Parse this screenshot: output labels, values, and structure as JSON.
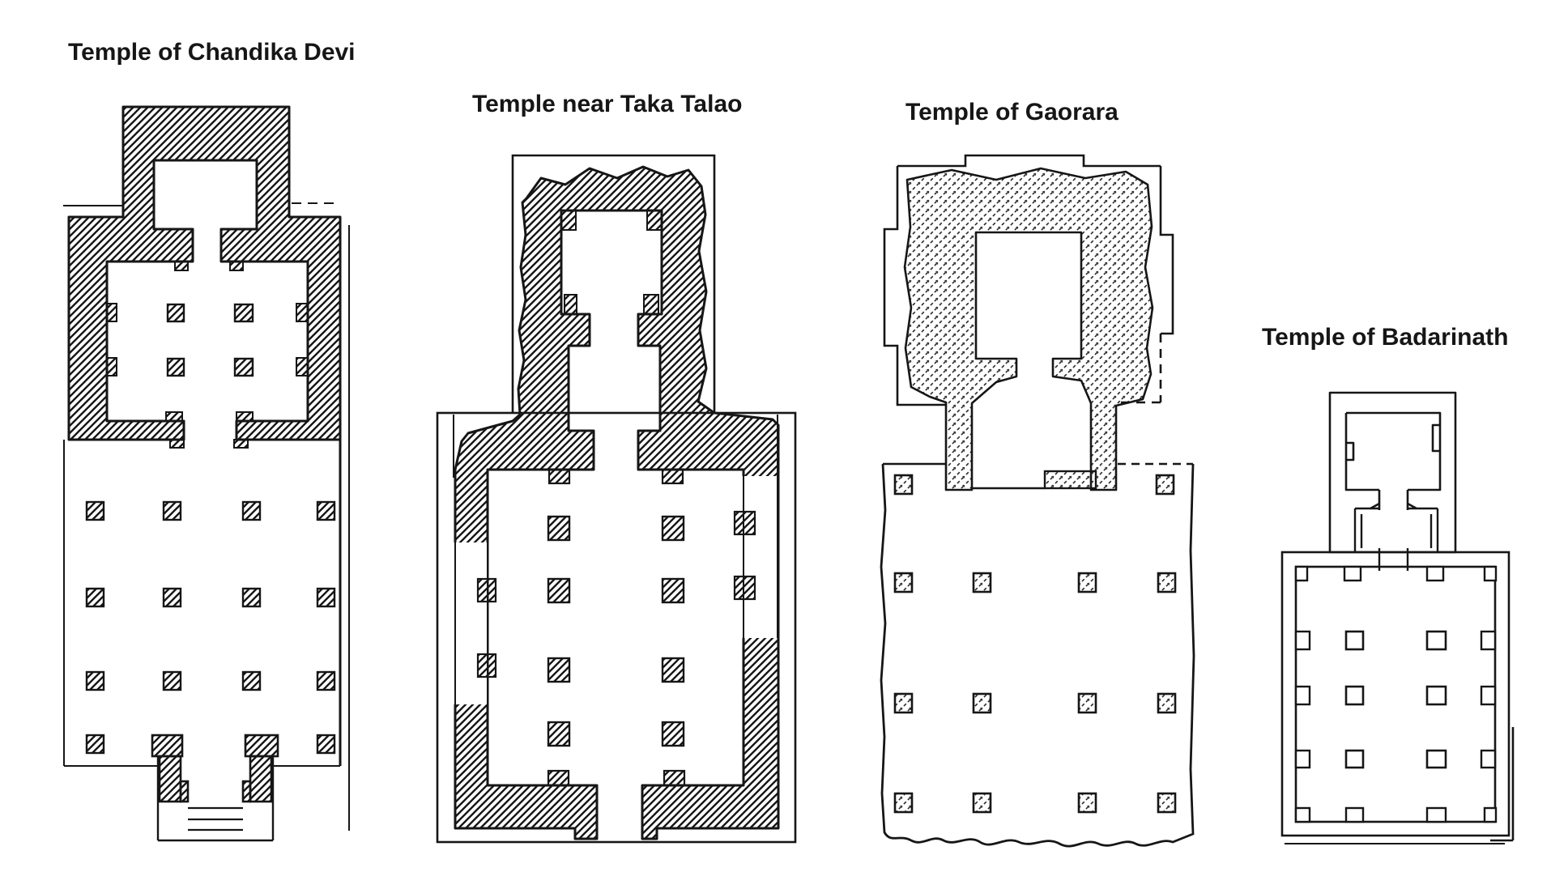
{
  "figure": {
    "ink_color": "#161616",
    "background_color": "#ffffff",
    "plans": [
      {
        "id": "chandika-devi",
        "title": "Temple of Chandika Devi"
      },
      {
        "id": "taka-talao",
        "title": "Temple near Taka Talao"
      },
      {
        "id": "gaorara",
        "title": "Temple of Gaorara"
      },
      {
        "id": "badarinath",
        "title": "Temple of Badarinath"
      }
    ]
  }
}
